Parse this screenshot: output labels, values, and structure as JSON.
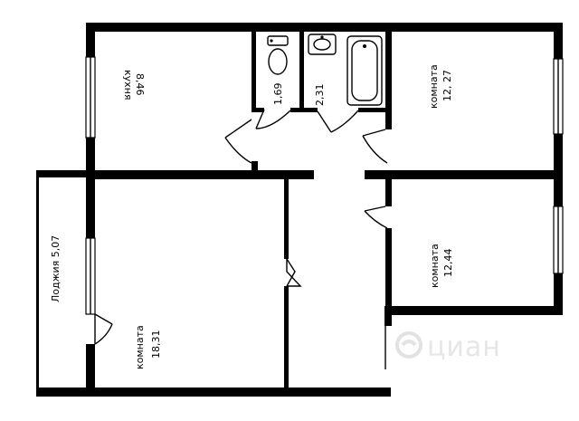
{
  "rooms": {
    "kitchen": {
      "name": "кухня",
      "area": "8,46"
    },
    "wc": {
      "area": "1,69"
    },
    "bath": {
      "area": "2,31"
    },
    "room_ne": {
      "name": "комната",
      "area": "12, 27"
    },
    "room_e": {
      "name": "комната",
      "area": "12,44"
    },
    "room_w": {
      "name": "комната",
      "area": "18,31"
    },
    "loggia": {
      "label": "Лоджия 5,07"
    }
  },
  "watermark": {
    "text": "циан"
  },
  "colors": {
    "wall": "#000000",
    "background": "#ffffff",
    "watermark": "#e6e6e6"
  }
}
